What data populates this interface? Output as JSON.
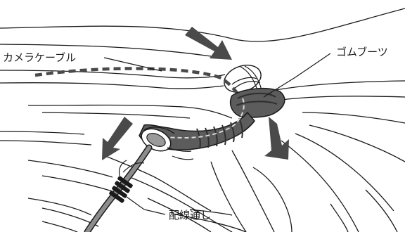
{
  "labels": {
    "camera_cable": "カメラケーブル",
    "rubber_boot": "ゴムブーツ",
    "routing": "配線通し"
  },
  "colors": {
    "line": "#1a1a1a",
    "arrow": "#4a4a4a",
    "boot": "#5c5c5c",
    "boot_dark": "#2e2e2e",
    "cable": "#8c8c8c"
  },
  "icons": [
    "arrow-icon"
  ]
}
